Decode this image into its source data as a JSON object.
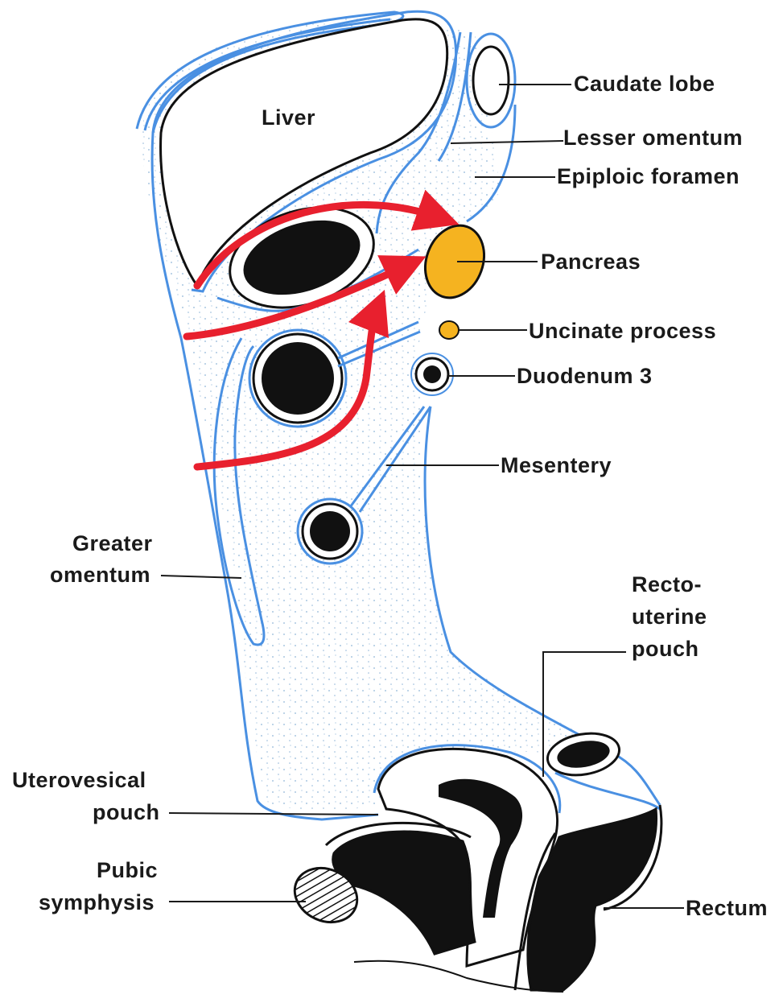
{
  "labels": {
    "liver": "Liver",
    "caudate_lobe": "Caudate lobe",
    "lesser_omentum": "Lesser omentum",
    "epiploic_foramen": "Epiploic foramen",
    "pancreas": "Pancreas",
    "uncinate_process": "Uncinate process",
    "duodenum_3": "Duodenum 3",
    "mesentery": "Mesentery",
    "greater_omentum_1": "Greater",
    "greater_omentum_2": "omentum",
    "rectouterine_1": "Recto-",
    "rectouterine_2": "uterine",
    "rectouterine_3": "pouch",
    "uterovesical_1": "Uterovesical",
    "uterovesical_2": "pouch",
    "pubic_1": "Pubic",
    "pubic_2": "symphysis",
    "rectum": "Rectum"
  },
  "colors": {
    "peritoneum": "#4a90e2",
    "arrows": "#e8202e",
    "pancreas": "#f5b320",
    "viscera": "#111111"
  }
}
